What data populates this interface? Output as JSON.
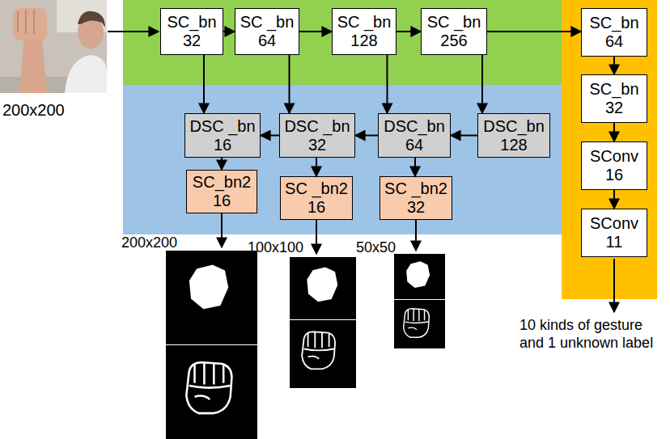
{
  "diagram": {
    "nodes": [
      {
        "text": [
          "SC_bn",
          "32"
        ]
      },
      {
        "text": [
          "SC _bn",
          "64"
        ]
      },
      {
        "text": [
          "SC _bn",
          "128"
        ]
      },
      {
        "text": [
          "SC _bn",
          "256"
        ]
      },
      {
        "text": [
          "DSC _bn",
          "16"
        ]
      },
      {
        "text": [
          "DSC _bn",
          "32"
        ]
      },
      {
        "text": [
          "DSC_bn",
          "64"
        ]
      },
      {
        "text": [
          "DSC_bn",
          "128"
        ]
      },
      {
        "text": [
          "SC_bn2",
          "16"
        ]
      },
      {
        "text": [
          "SC _bn2",
          "16"
        ]
      },
      {
        "text": [
          "SC _bn2",
          "32"
        ]
      },
      {
        "text": [
          "SC_bn",
          "64"
        ]
      },
      {
        "text": [
          "SC_bn",
          "32"
        ]
      },
      {
        "text": [
          "SConv",
          "16"
        ]
      },
      {
        "text": [
          "SConv",
          "11"
        ]
      }
    ],
    "edges": [
      {
        "from": 0,
        "to": 1,
        "arrow": "to"
      },
      {
        "from": 1,
        "to": 2,
        "arrow": "to"
      },
      {
        "from": 2,
        "to": 3,
        "arrow": "to"
      },
      {
        "from": 3,
        "to": 11,
        "arrow": "to"
      },
      {
        "from": 0,
        "to": 4,
        "arrow": "to"
      },
      {
        "from": 1,
        "to": 5,
        "arrow": "to"
      },
      {
        "from": 2,
        "to": 6,
        "arrow": "to"
      },
      {
        "from": 3,
        "to": 7,
        "arrow": "to"
      },
      {
        "from": 7,
        "to": 6,
        "arrow": "to"
      },
      {
        "from": 6,
        "to": 5,
        "arrow": "to"
      },
      {
        "from": 5,
        "to": 4,
        "arrow": "to"
      },
      {
        "from": 4,
        "to": 8,
        "arrow": "to"
      },
      {
        "from": 5,
        "to": 9,
        "arrow": "to"
      },
      {
        "from": 6,
        "to": 10,
        "arrow": "to"
      },
      {
        "from": 11,
        "to": 12,
        "arrow": "to"
      },
      {
        "from": 12,
        "to": 13,
        "arrow": "to"
      },
      {
        "from": 13,
        "to": 14,
        "arrow": "to"
      }
    ],
    "labels": [
      "200x200",
      "200x200",
      "100x100",
      "50x50",
      "10 kinds of gesture and 1 unknown label"
    ]
  }
}
